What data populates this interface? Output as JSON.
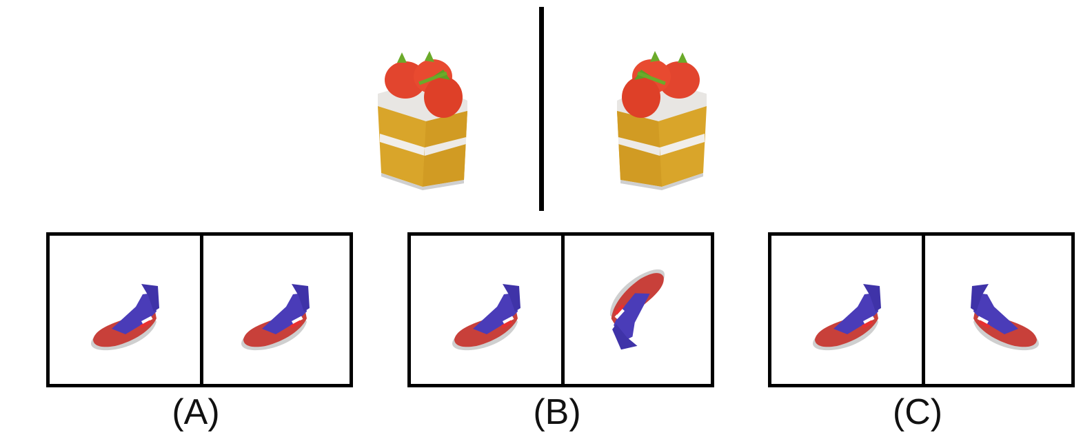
{
  "reference": {
    "left_object": "cake-slice-icon",
    "right_object": "cake-slice-icon",
    "relation": "mirror"
  },
  "options": [
    {
      "label": "(A)",
      "left_object": "sneaker-icon",
      "right_object": "sneaker-icon"
    },
    {
      "label": "(B)",
      "left_object": "sneaker-icon",
      "right_object": "sneaker-icon"
    },
    {
      "label": "(C)",
      "left_object": "sneaker-icon",
      "right_object": "sneaker-icon"
    }
  ],
  "colors": {
    "cake_body": "#D9A52A",
    "cake_cream": "#E8E6E3",
    "strawberry": "#E2452E",
    "leaf": "#6BAA2A",
    "shoe_upper": "#4A3CB8",
    "shoe_sole": "#C8403A",
    "frame": "#000000"
  }
}
